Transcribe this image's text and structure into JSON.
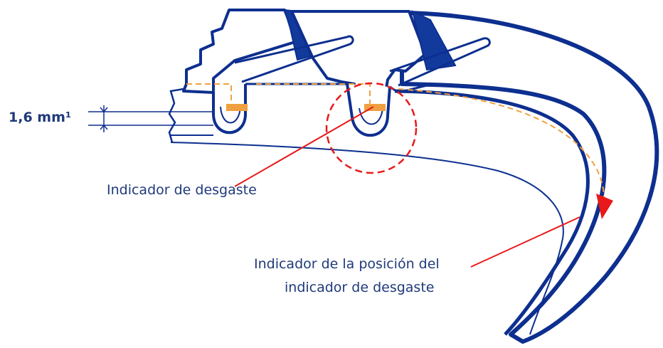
{
  "diagram": {
    "labels": {
      "dimension": "1,6 mm¹",
      "wear_indicator": "Indicador de  desgaste",
      "position_indicator_line1": "Indicador de la posición del",
      "position_indicator_line2": "indicador de desgaste"
    },
    "colors": {
      "outline": "#0d2f8f",
      "fill_dark": "#123a9c",
      "indicator_bar": "#f0a040",
      "dashed_path": "#f0a040",
      "leader_line": "#e8191b",
      "label_text": "#1f3a7a"
    }
  }
}
